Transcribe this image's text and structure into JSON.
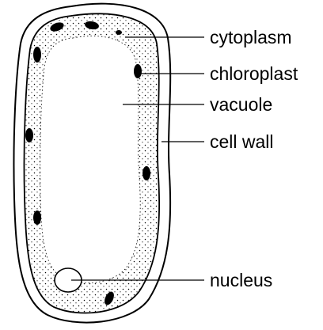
{
  "labels": {
    "cytoplasm": "cytoplasm",
    "chloroplast": "chloroplast",
    "vacuole": "vacuole",
    "cell_wall": "cell wall",
    "nucleus": "nucleus"
  },
  "colors": {
    "stroke": "#000000",
    "background": "#ffffff"
  }
}
